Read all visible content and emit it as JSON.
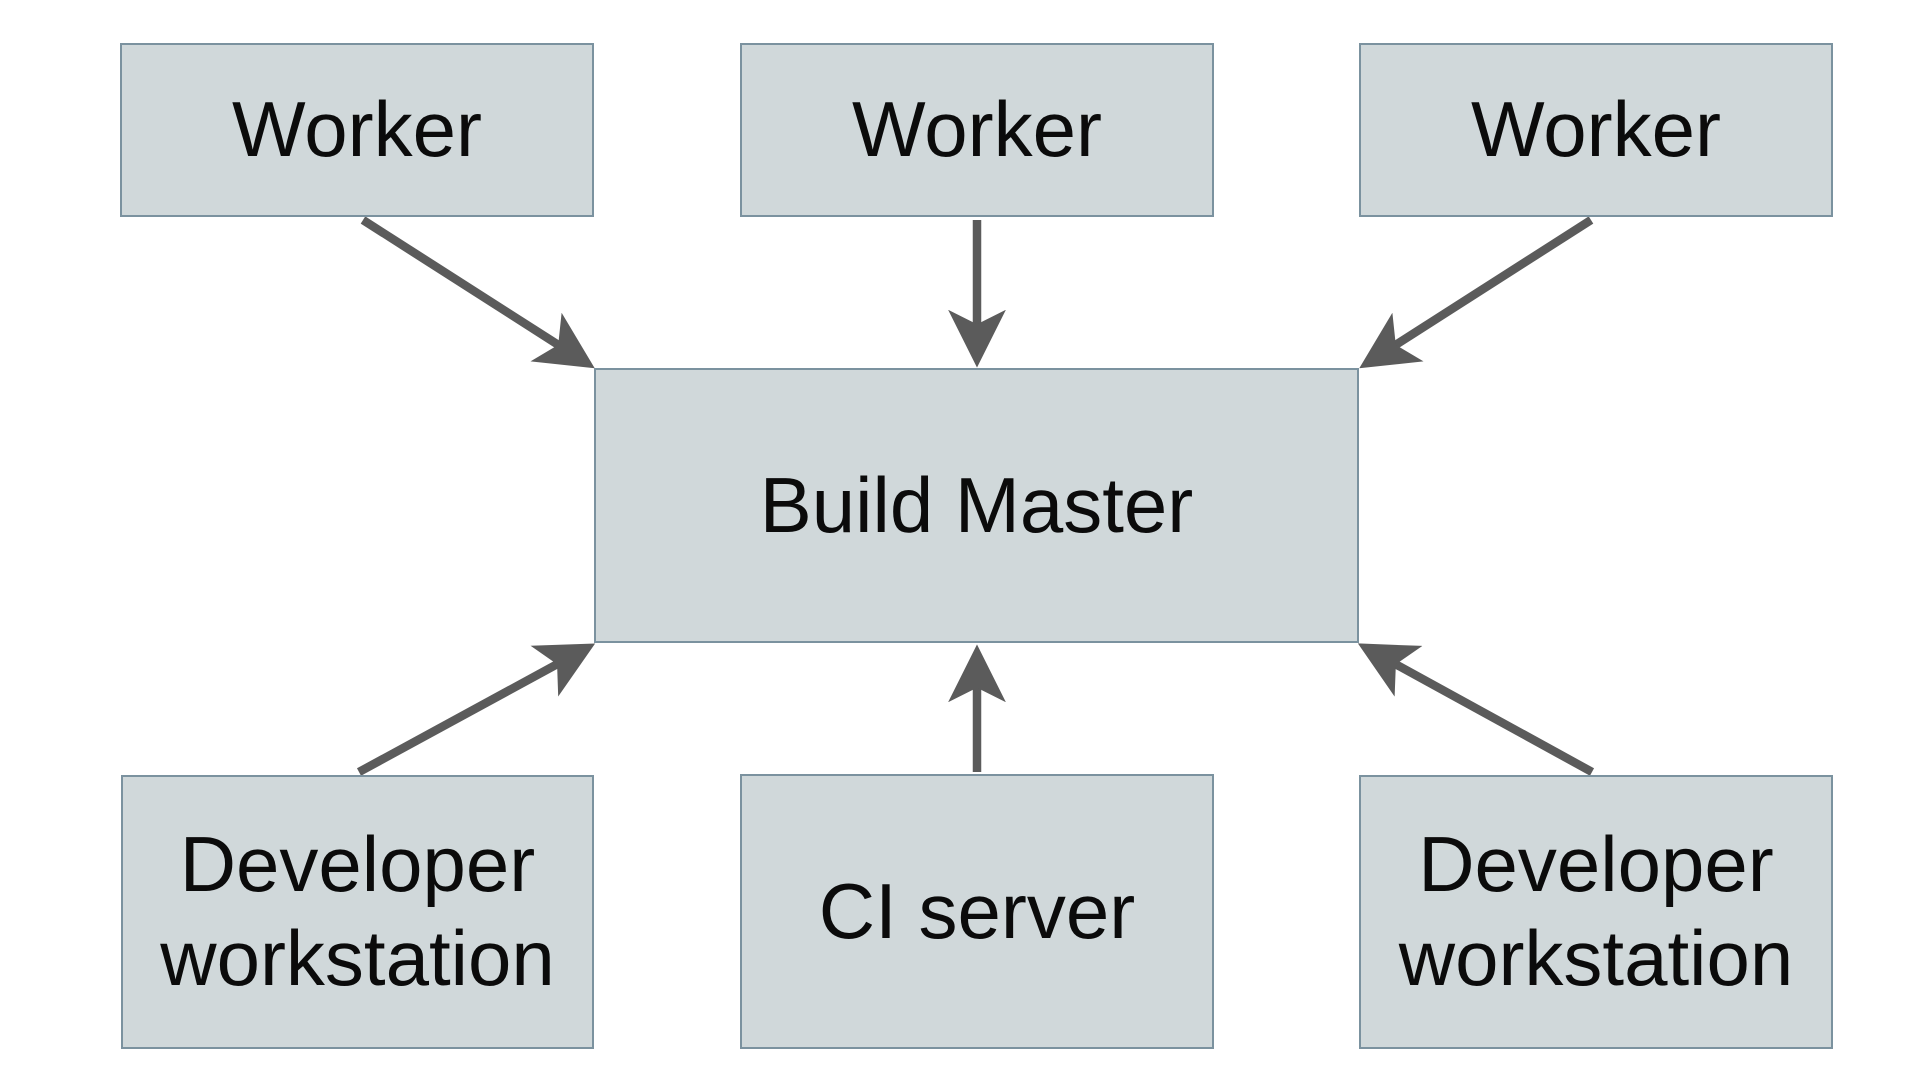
{
  "diagram": {
    "nodes": {
      "worker_1": {
        "label": "Worker"
      },
      "worker_2": {
        "label": "Worker"
      },
      "worker_3": {
        "label": "Worker"
      },
      "build_master": {
        "label": "Build Master"
      },
      "developer_workstation_left": {
        "label": "Developer workstation"
      },
      "ci_server": {
        "label": "CI server"
      },
      "developer_workstation_right": {
        "label": "Developer workstation"
      }
    },
    "edges": [
      {
        "from": "worker_1",
        "to": "build_master"
      },
      {
        "from": "worker_2",
        "to": "build_master"
      },
      {
        "from": "worker_3",
        "to": "build_master"
      },
      {
        "from": "developer_workstation_left",
        "to": "build_master"
      },
      {
        "from": "ci_server",
        "to": "build_master"
      },
      {
        "from": "developer_workstation_right",
        "to": "build_master"
      }
    ],
    "colors": {
      "background": "#ffffff",
      "node_fill": "#d0d8da",
      "node_border": "#7b929f",
      "arrow": "#5b5b5b",
      "text": "#0b0b0b"
    }
  }
}
